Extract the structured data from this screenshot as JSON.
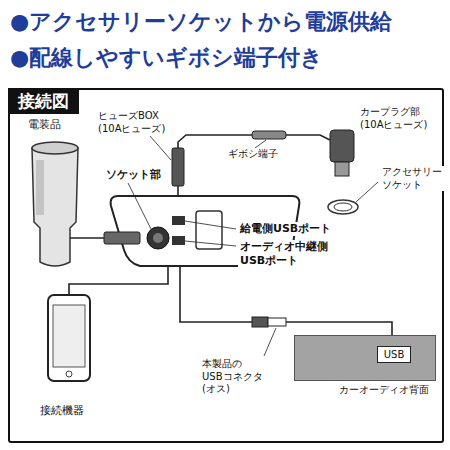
{
  "diagram": {
    "nodes": [
      {
        "text": [
          "接続図"
        ]
      },
      {
        "text": [
          "カーオーディオ背面"
        ],
        "in": 0
      },
      {
        "text": [
          "USB"
        ],
        "in": 1
      }
    ],
    "labels": [
      "●アクセサリーソケットから電源供給",
      "●配線しやすいギボシ端子付き",
      "ヒューズBOX (10Aヒューズ)",
      "ギボシ端子",
      "カープラグ部 (10Aヒューズ)",
      "アクセサリー ソケット",
      "電装品",
      "ソケット部",
      "給電側USBポート",
      "オーディオ中継側 USBポート",
      "本製品の USBコネクタ(オス)",
      "接続機器"
    ]
  }
}
